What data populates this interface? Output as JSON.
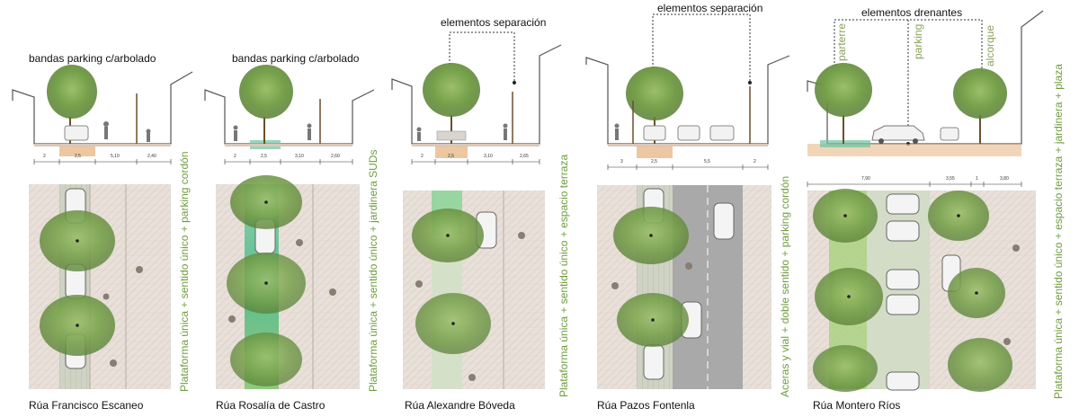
{
  "colors": {
    "tree": "#7aa04a",
    "tree_dark": "#5a7f34",
    "paving": "#e6ddd6",
    "paving_line": "#cfc3ba",
    "soil": "#e8b98a",
    "water": "#6cc3a0",
    "road": "#bfbfbf",
    "label_green": "#6f9c3e"
  },
  "panels": [
    {
      "section_labels": [
        "bandas parking c/arbolado"
      ],
      "dims": [
        "2",
        "2,5",
        "5,10",
        "2,40"
      ],
      "vertical_label": "Plataforma única + sentido único + parking cordón",
      "street_name": "Rúa Francisco Escaneo"
    },
    {
      "section_labels": [
        "bandas parking c/arbolado"
      ],
      "dims": [
        "2",
        "2,5",
        "3,10",
        "2,60"
      ],
      "vertical_label": "Plataforma única + sentido único + jardinera SUDs",
      "street_name": "Rúa Rosalía de Castro"
    },
    {
      "section_labels": [
        "elementos separación"
      ],
      "dims": [
        "2",
        "2,5",
        "3,10",
        "2,65"
      ],
      "vertical_label": "Plataforma única + sentido único + espacio terraza",
      "street_name": "Rúa Alexandre Bóveda"
    },
    {
      "section_labels": [
        "elementos separación"
      ],
      "dims": [
        "3",
        "2,5",
        "5,5",
        "2"
      ],
      "vertical_label": "Aceras y vial + doble sentido + parking cordón",
      "street_name": "Rúa Pazos Fontenla"
    },
    {
      "section_labels": [
        "elementos drenantes",
        "parterre",
        "parking",
        "alcorque"
      ],
      "dims": [
        "7,90",
        "3,55",
        "1",
        "3,80"
      ],
      "vertical_label": "Plataforma única + sentido único + espacio terraza + jardinera + plaza",
      "street_name": "Rúa Montero Ríos"
    }
  ]
}
